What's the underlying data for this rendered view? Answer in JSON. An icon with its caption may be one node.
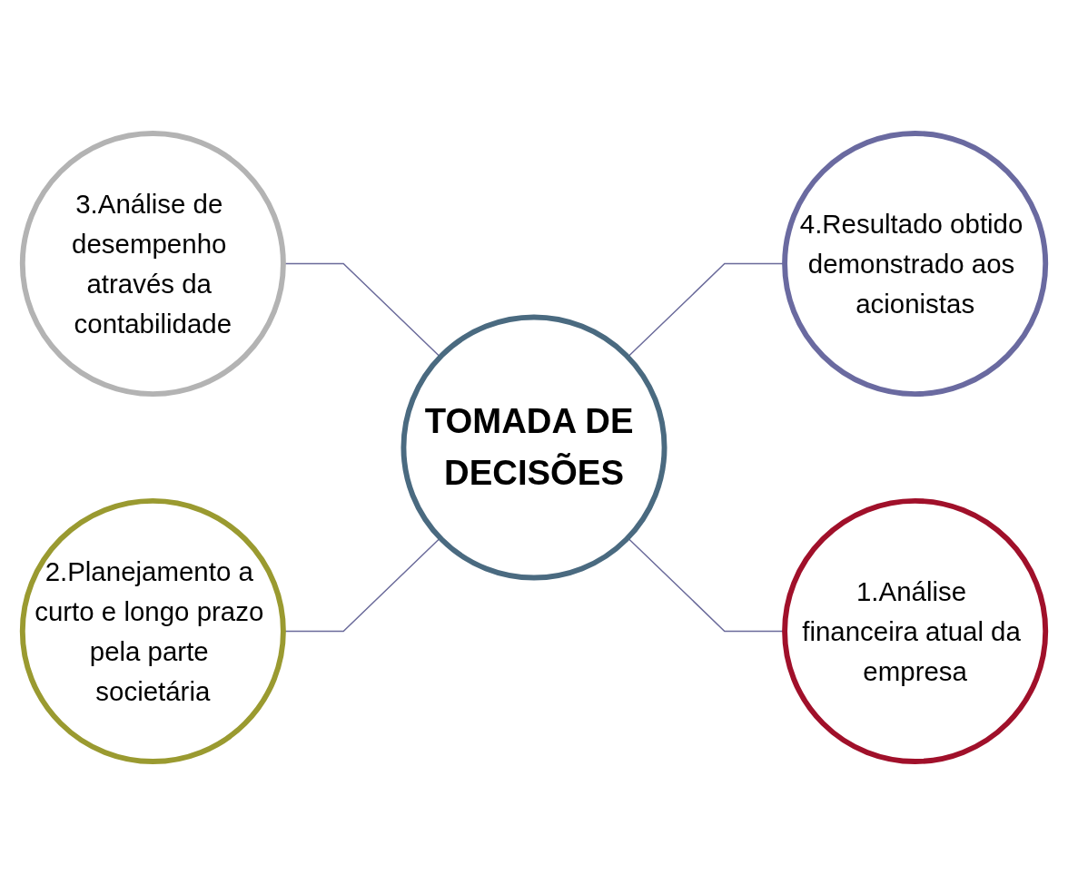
{
  "diagram": {
    "nodes": [
      {
        "text": [
          "3.Análise de desempenho através da contabilidade"
        ]
      },
      {
        "text": [
          "2.Planejamento a curto e longo prazo pela parte societária"
        ]
      },
      {
        "text": [
          "TOMADA DE DECISÕES"
        ]
      },
      {
        "text": [
          "4.Resultado obtido demonstrado aos acionistas"
        ]
      },
      {
        "text": [
          "1.Análise financeira atual da empresa"
        ]
      }
    ],
    "edges": [
      {
        "from": 0,
        "to": 2,
        "arrow": "none"
      },
      {
        "from": 1,
        "to": 2,
        "arrow": "none"
      },
      {
        "from": 2,
        "to": 3,
        "arrow": "none"
      },
      {
        "from": 2,
        "to": 4,
        "arrow": "none"
      }
    ]
  }
}
